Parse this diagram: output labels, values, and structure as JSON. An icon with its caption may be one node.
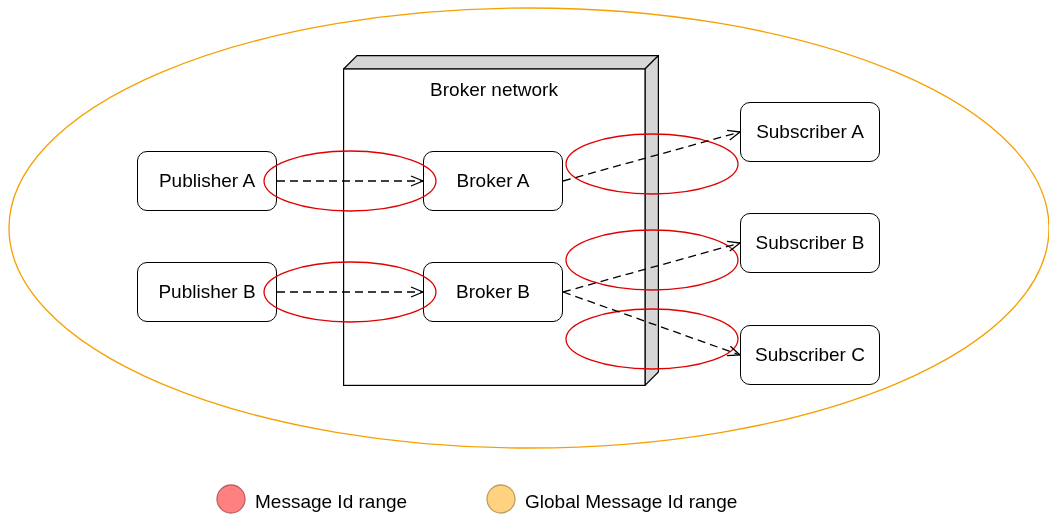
{
  "diagram": {
    "nodes": [
      {
        "text": [
          "Broker network"
        ]
      },
      {
        "text": [
          "Publisher A"
        ]
      },
      {
        "text": [
          "Broker A"
        ],
        "in": 0
      },
      {
        "text": [
          "Subscriber A"
        ]
      },
      {
        "text": [
          "Publisher B"
        ]
      },
      {
        "text": [
          "Broker B"
        ],
        "in": 0
      },
      {
        "text": [
          "Subscriber B"
        ]
      },
      {
        "text": [
          "Subscriber C"
        ]
      }
    ],
    "edges": [
      {
        "from": 1,
        "to": 2,
        "arrow": "to",
        "style": "dashed"
      },
      {
        "from": 2,
        "to": 3,
        "arrow": "to",
        "style": "dashed"
      },
      {
        "from": 4,
        "to": 5,
        "arrow": "to",
        "style": "dashed"
      },
      {
        "from": 5,
        "to": 6,
        "arrow": "to",
        "style": "dashed"
      },
      {
        "from": 5,
        "to": 7,
        "arrow": "to",
        "style": "dashed"
      }
    ],
    "legend": [
      {
        "text": "Message Id range",
        "color": "#ff8080"
      },
      {
        "text": "Global Message Id range",
        "color": "#ffd280"
      }
    ]
  }
}
